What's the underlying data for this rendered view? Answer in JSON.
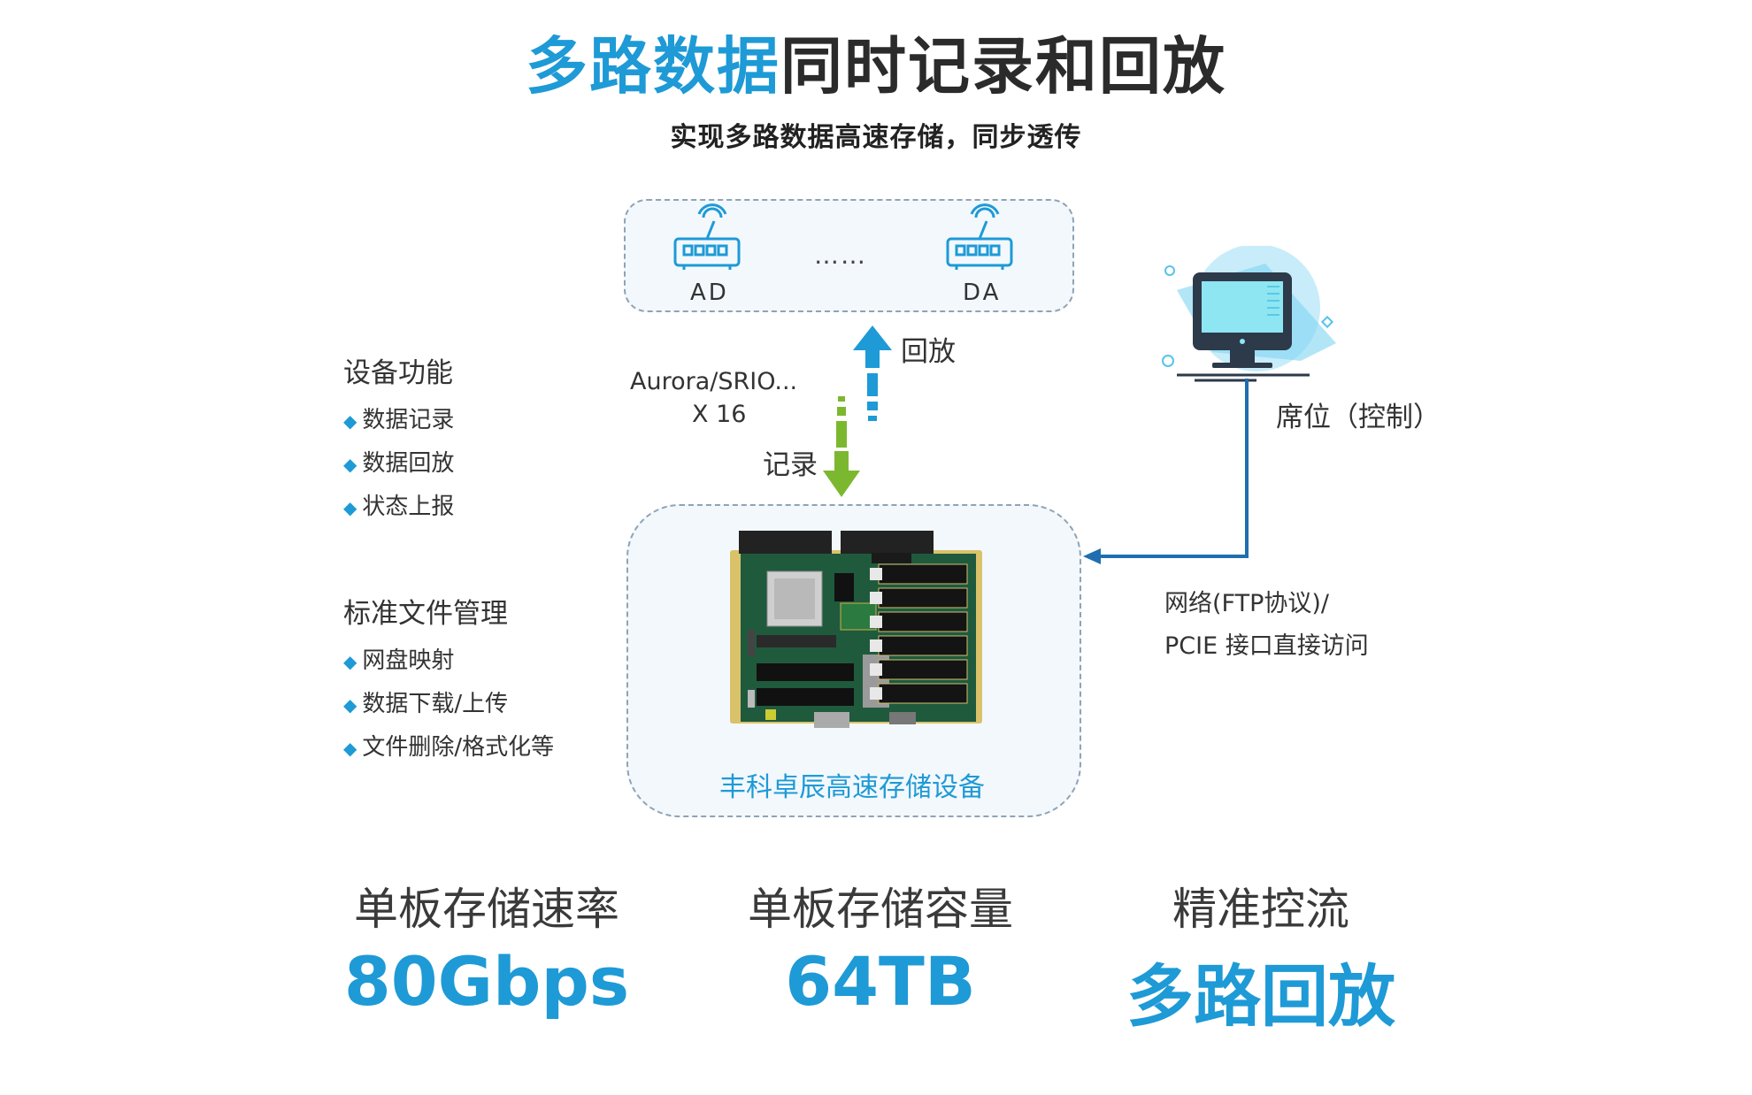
{
  "header": {
    "title_highlight": "多路数据",
    "title_rest": "同时记录和回放",
    "subtitle": "实现多路数据高速存储，同步透传"
  },
  "devices": {
    "ad_label": "AD",
    "ellipsis": "……",
    "da_label": "DA"
  },
  "links": {
    "interface_line1": "Aurora/SRIO...",
    "interface_line2": "X 16",
    "playback_label": "回放",
    "record_label": "记录",
    "console_label": "席位（控制）",
    "network_line1": "网络(FTP协议)/",
    "network_line2": "PCIE 接口直接访问"
  },
  "features": {
    "device_title": "设备功能",
    "device_items": [
      "数据记录",
      "数据回放",
      "状态上报"
    ],
    "file_title": "标准文件管理",
    "file_items": [
      "网盘映射",
      "数据下载/上传",
      "文件删除/格式化等"
    ]
  },
  "storage": {
    "label": "丰科卓辰高速存储设备"
  },
  "stats": [
    {
      "label": "单板存储速率",
      "value": "80Gbps"
    },
    {
      "label": "单板存储容量",
      "value": "64TB"
    },
    {
      "label": "精准控流",
      "value": "多路回放"
    }
  ],
  "colors": {
    "accent": "#1e9ad6",
    "record_arrow": "#7cb82f",
    "playback_arrow": "#1e9ad6",
    "control_line": "#1f6fb0"
  }
}
